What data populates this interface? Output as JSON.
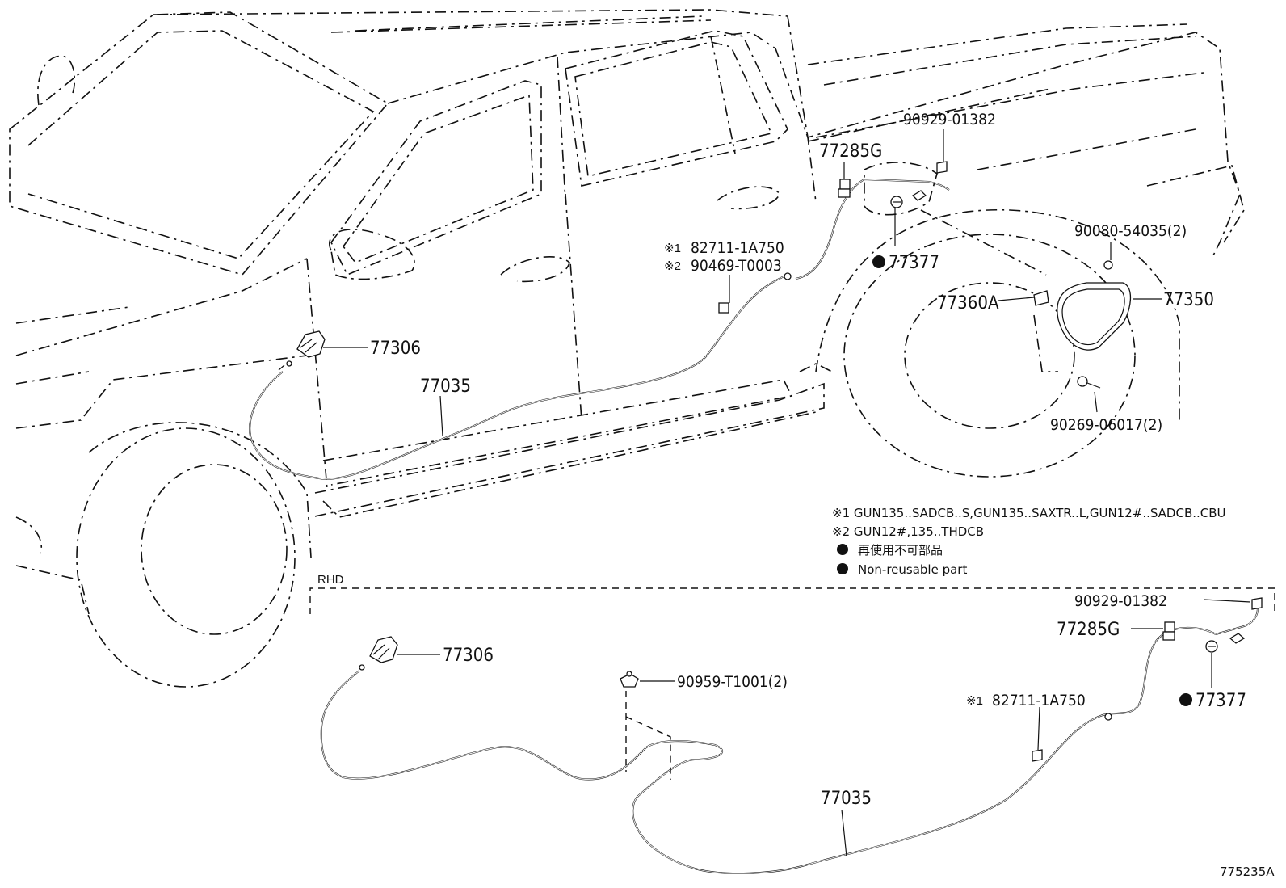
{
  "labels": {
    "p77306_top": "77306",
    "p77035_top": "77035",
    "p77285g_top": "77285G",
    "p90929_top": "90929-01382",
    "p77377_top": "77377",
    "p90080": "90080-54035(2)",
    "p77360a": "77360A",
    "p77350": "77350",
    "p90269": "90269-06017(2)",
    "p82711_top": "82711-1A750",
    "p90469": "90469-T0003",
    "p77306_bot": "77306",
    "p90959": "90959-T1001(2)",
    "p90929_bot": "90929-01382",
    "p77285g_bot": "77285G",
    "p77377_bot": "77377",
    "p82711_bot": "82711-1A750",
    "p77035_bot": "77035",
    "mark1": "※1",
    "mark2": "※2",
    "mark1_bot": "※1"
  },
  "notes": {
    "note1": "※1 GUN135..SADCB..S,GUN135..SAXTR..L,GUN12#..SADCB..CBU",
    "note2": "※2 GUN12#,135..THDCB",
    "note3_jp": "再使用不可部品",
    "note4_en": "Non-reusable part"
  },
  "section_label": "RHD",
  "diagram_id": "775235A"
}
